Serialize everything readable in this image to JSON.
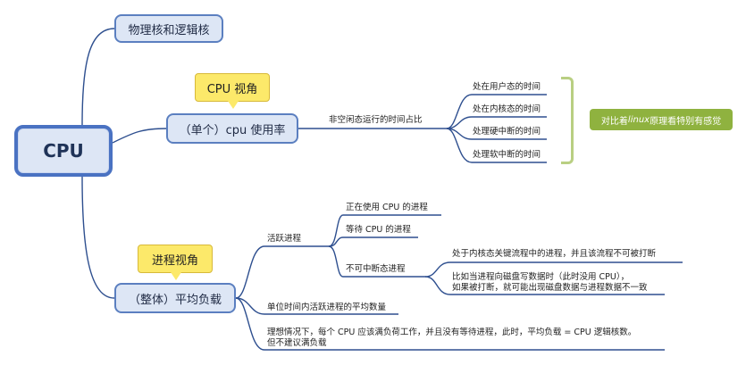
{
  "root": {
    "label": "CPU"
  },
  "branches": {
    "physical_logical": "物理核和逻辑核",
    "usage": {
      "label": "（单个）cpu 使用率",
      "callout": "CPU 视角",
      "edge_label": "非空闲态运行的时间占比",
      "items": [
        "处在用户态的时间",
        "处在内核态的时间",
        "处理硬中断的时间",
        "处理软中断的时间"
      ],
      "summary": {
        "prefix": "对比着 ",
        "em": "linux",
        "suffix": " 原理看特别有感觉"
      }
    },
    "load": {
      "label": "（整体）平均负载",
      "callout": "进程视角",
      "active": "活跃进程",
      "active_items": {
        "running": "正在使用 CPU 的进程",
        "waiting": "等待 CPU 的进程",
        "uninterruptible": "不可中断态进程"
      },
      "uninterruptible_items": [
        "处于内核态关键流程中的进程，并且该流程不可被打断",
        "比如当进程向磁盘写数据时（此时没用 CPU），\n如果被打断，就可能出现磁盘数据与进程数据不一致"
      ],
      "avg_count": "单位时间内活跃进程的平均数量",
      "ideal": "理想情况下，每个 CPU 应该满负荷工作，并且没有等待进程，此时，平均负载 = CPU 逻辑核数。\n但不建议满负载"
    }
  }
}
